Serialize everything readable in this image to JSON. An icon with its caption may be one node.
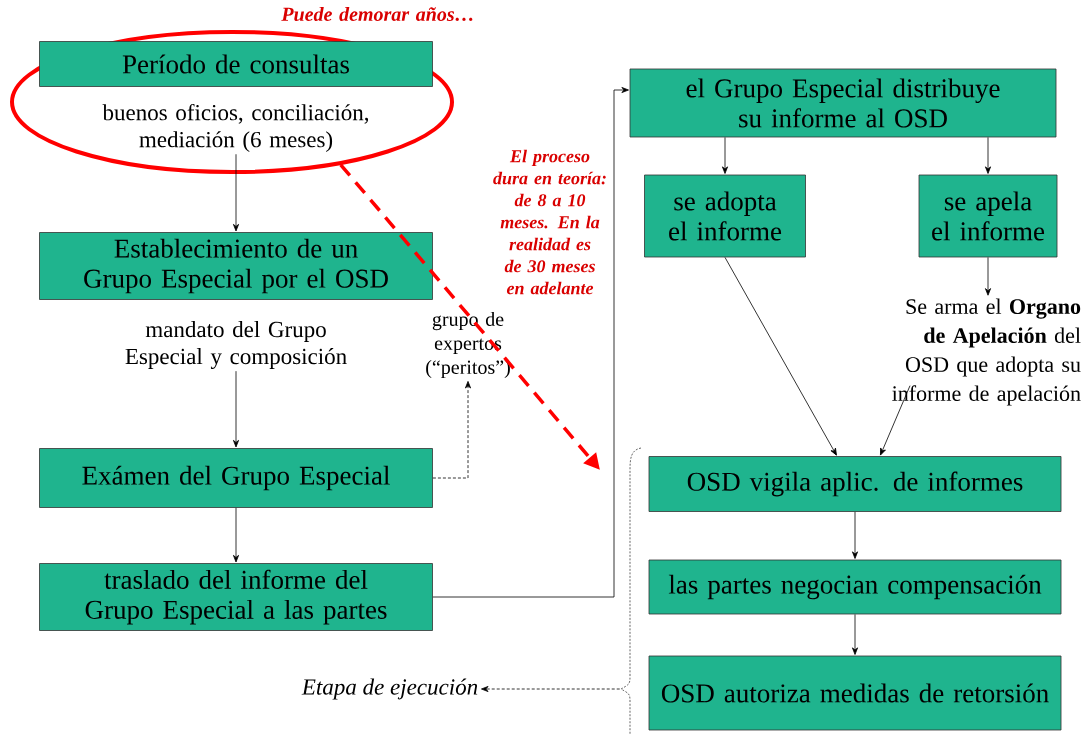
{
  "diagram": {
    "nodes": [
      {
        "text": [],
        "shape": "ellipse"
      },
      {
        "text": [
          "Período de consultas"
        ],
        "in": 0,
        "beside": [
          "buenos oficios, conciliación, mediación (6 meses)"
        ]
      },
      {
        "text": [
          "Establecimiento de un Grupo Especial por el OSD"
        ],
        "beside": [
          "mandato del Grupo Especial y composición"
        ]
      },
      {
        "text": [
          "Exámen del Grupo Especial"
        ]
      },
      {
        "text": [
          "traslado del informe del Grupo Especial a las partes"
        ]
      },
      {
        "text": [
          "grupo de expertos (“peritos”)"
        ]
      },
      {
        "text": [
          "el Grupo Especial distribuye su informe al OSD"
        ]
      },
      {
        "text": [
          "se adopta el informe"
        ]
      },
      {
        "text": [
          "se apela el informe"
        ]
      },
      {
        "text": [
          "Se arma el **Organo de Apelación** del OSD que adopta su informe de apelación"
        ]
      },
      {
        "text": [
          "OSD vigila aplic. de informes"
        ]
      },
      {
        "text": [
          "las partes negocian compensación"
        ]
      },
      {
        "text": [
          "OSD autoriza medidas de retorsión"
        ]
      },
      {
        "text": [
          "Etapa de ejecución"
        ]
      },
      {
        "text": [],
        "shape": "brace"
      }
    ],
    "edges": [
      {
        "from": 1,
        "to": 2,
        "arrow": "to"
      },
      {
        "from": 2,
        "to": 3,
        "arrow": "to"
      },
      {
        "from": 3,
        "to": 4,
        "arrow": "to"
      },
      {
        "from": 3,
        "to": 5,
        "arrow": "to",
        "style": "dashed"
      },
      {
        "from": 4,
        "to": 6,
        "arrow": "to"
      },
      {
        "from": 6,
        "to": 7,
        "arrow": "to"
      },
      {
        "from": 6,
        "to": 8,
        "arrow": "to"
      },
      {
        "from": 8,
        "to": 9,
        "arrow": "to"
      },
      {
        "from": 7,
        "to": 10,
        "arrow": "to"
      },
      {
        "from": 9,
        "to": 10,
        "arrow": "to"
      },
      {
        "from": 10,
        "to": 11,
        "arrow": "to"
      },
      {
        "from": 11,
        "to": 12,
        "arrow": "to"
      },
      {
        "from": 14,
        "to": 13,
        "arrow": "to",
        "style": "dashed"
      },
      {
        "from": 0,
        "to": null,
        "arrow": "to",
        "style": "dashed",
        "color": "#ff0000"
      }
    ],
    "labels": [
      "Puede demorar años…",
      "El proceso dura en teoría: de 8 a 10 meses. En la realidad es de 30 meses en adelante"
    ]
  }
}
